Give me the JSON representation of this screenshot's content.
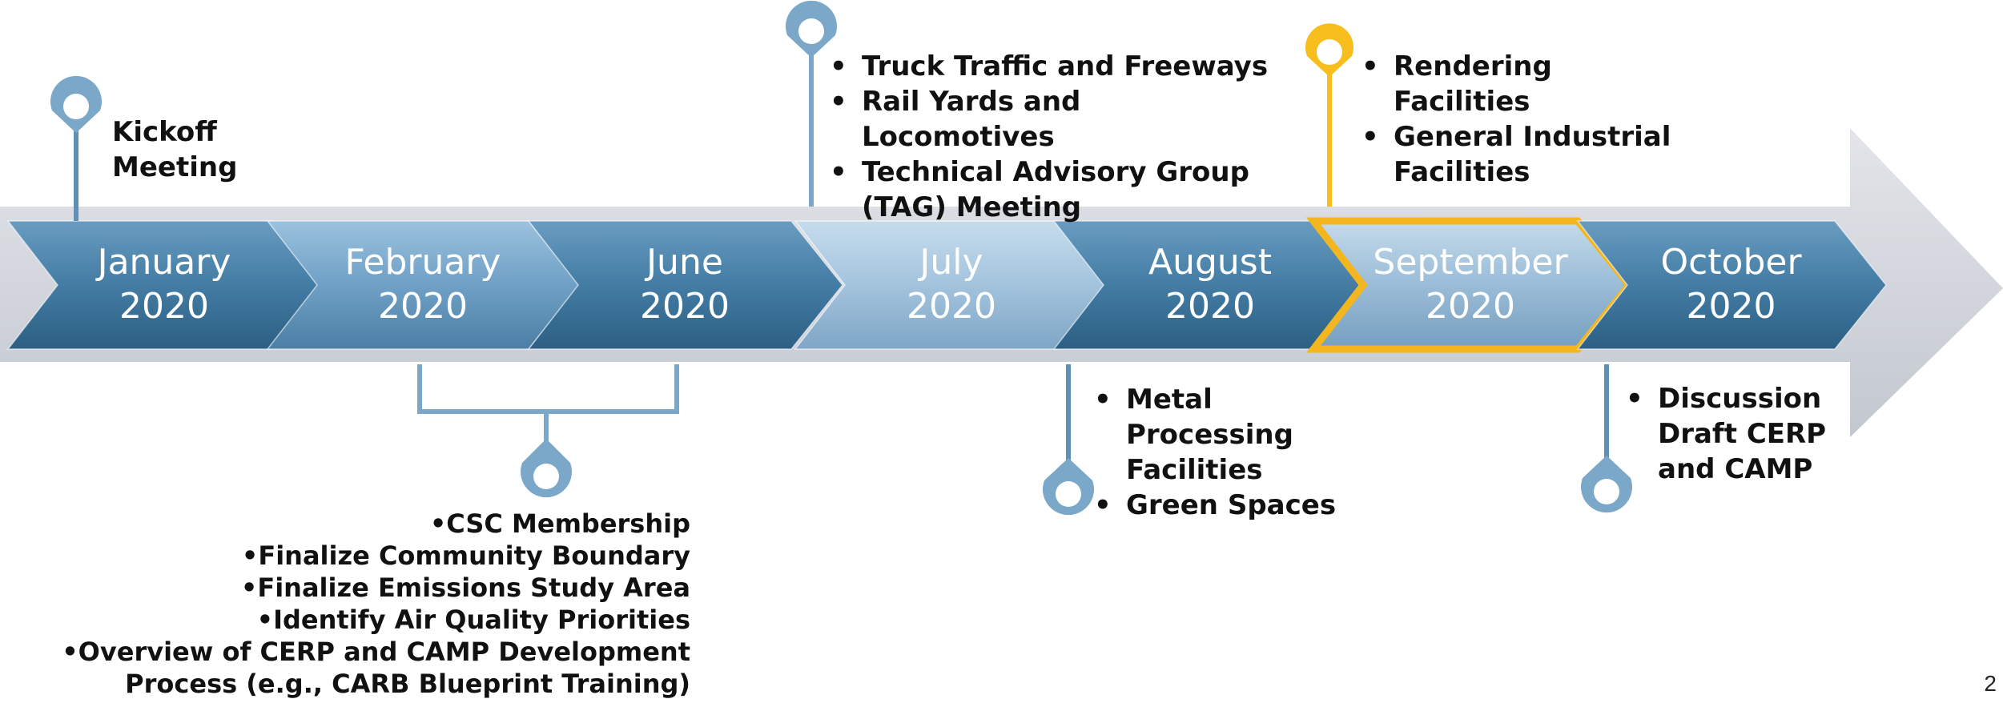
{
  "months": [
    {
      "label": "January",
      "year": "2020",
      "tone": "dark"
    },
    {
      "label": "February",
      "year": "2020",
      "tone": "mid"
    },
    {
      "label": "June",
      "year": "2020",
      "tone": "dark"
    },
    {
      "label": "July",
      "year": "2020",
      "tone": "light"
    },
    {
      "label": "August",
      "year": "2020",
      "tone": "dark"
    },
    {
      "label": "September",
      "year": "2020",
      "tone": "highlight"
    },
    {
      "label": "October",
      "year": "2020",
      "tone": "dark"
    }
  ],
  "milestones": {
    "january": {
      "text": "Kickoff Meeting"
    },
    "july": {
      "items": [
        "Truck Traffic and Freeways",
        "Rail Yards and Locomotives",
        "Technical Advisory Group (TAG) Meeting"
      ]
    },
    "september": {
      "items": [
        "Rendering Facilities",
        "General Industrial Facilities"
      ]
    },
    "feb_june": {
      "items": [
        "CSC Membership",
        "Finalize Community Boundary",
        "Finalize Emissions Study Area",
        "Identify Air Quality Priorities",
        "Overview of CERP and CAMP Development Process (e.g., CARB Blueprint Training)"
      ]
    },
    "august": {
      "items": [
        "Metal Processing Facilities",
        "Green Spaces"
      ]
    },
    "october": {
      "items": [
        "Discussion Draft CERP and CAMP"
      ]
    }
  },
  "colors": {
    "band": "#d0d3da",
    "pin": "#7ba7c9",
    "pin_highlight": "#f7be1e",
    "chevron_dark": "#3d7499",
    "chevron_mid": "#6b9cc2",
    "chevron_light": "#9fc0da",
    "highlight_border": "#f3b61f"
  },
  "page_number": "2"
}
